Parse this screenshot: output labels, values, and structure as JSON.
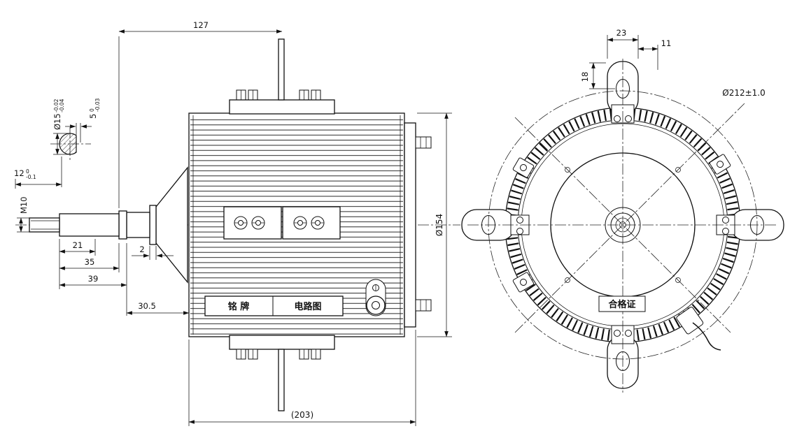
{
  "side_view": {
    "dim_127": "127",
    "shaft_dia_main": "Ø15",
    "shaft_dia_tol_upper": "-0.02",
    "shaft_dia_tol_lower": "-0.04",
    "key_main": "5",
    "key_tol_upper": "0",
    "key_tol_lower": "-0.03",
    "flat_main": "12",
    "flat_tol_upper": "0",
    "flat_tol_lower": "-0.1",
    "thread": "M10",
    "dim_21": "21",
    "dim_35": "35",
    "dim_39": "39",
    "dim_2": "2",
    "dim_30_5": "30.5",
    "dim_dia154": "Ø154",
    "dim_203": "(203)",
    "nameplate_label": "铭  牌",
    "circuit_label": "电路图"
  },
  "front_view": {
    "dim_23": "23",
    "dim_11": "11",
    "dim_18": "18",
    "dim_dia212": "Ø212±1.0",
    "certificate_label": "合格证"
  }
}
